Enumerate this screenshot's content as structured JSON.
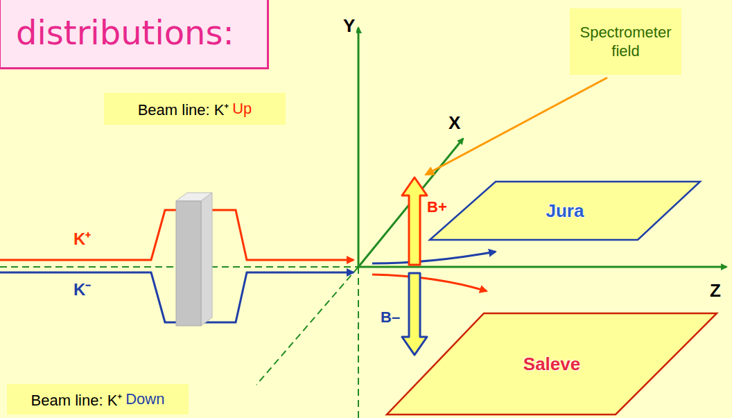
{
  "diagram": {
    "nodes": [
      {
        "text": [
          "distributions:"
        ]
      },
      {
        "text": [
          "Spectrometer field"
        ]
      },
      {
        "text": [
          "Beam line: K⁺",
          "Up"
        ]
      },
      {
        "text": [
          "Beam line: K⁺",
          "Down"
        ]
      },
      {
        "text": [
          "Jura"
        ]
      },
      {
        "text": [
          "Saleve"
        ]
      }
    ],
    "labels": [
      "Y",
      "X",
      "Z",
      "K⁺",
      "K⁻",
      "B+",
      "B–"
    ]
  }
}
